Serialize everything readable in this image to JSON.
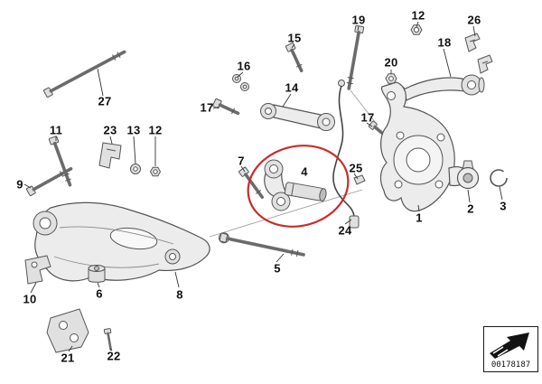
{
  "diagram": {
    "type": "exploded-parts-diagram",
    "highlight_color": "#cc2a2a",
    "line_color": "#555555",
    "background_color": "#ffffff"
  },
  "labels": {
    "l19": "19",
    "l12_top": "12",
    "l26": "26",
    "l15": "15",
    "l18": "18",
    "l16": "16",
    "l20": "20",
    "l14": "14",
    "l17_left": "17",
    "l17_right": "17",
    "l27": "27",
    "l11": "11",
    "l23": "23",
    "l13": "13",
    "l12_left": "12",
    "l9": "9",
    "l7": "7",
    "l4": "4",
    "l25": "25",
    "l1": "1",
    "l2": "2",
    "l3": "3",
    "l24": "24",
    "l5": "5",
    "l8": "8",
    "l6": "6",
    "l10": "10",
    "l21": "21",
    "l22": "22"
  },
  "stamp": {
    "part_number": "00178187"
  }
}
